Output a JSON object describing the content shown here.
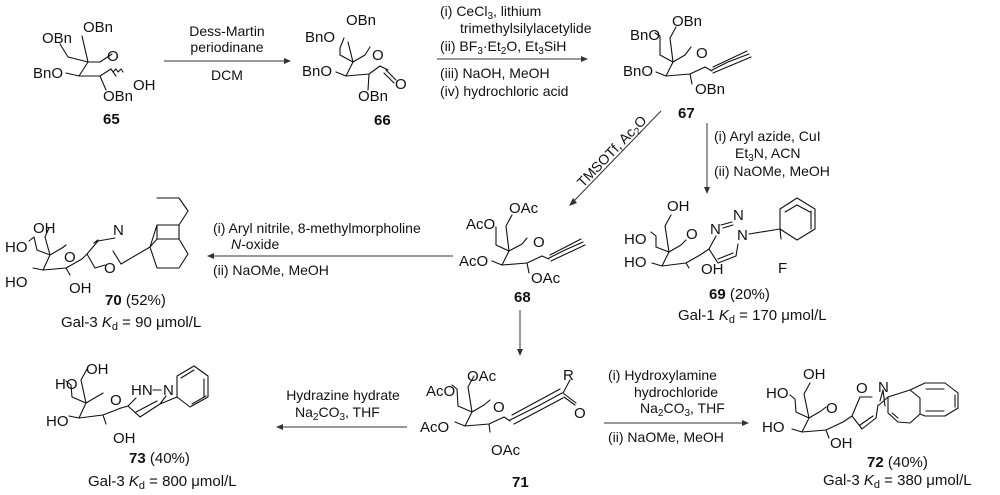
{
  "compounds": {
    "c65": {
      "id": "65",
      "groups": [
        "OBn",
        "OBn",
        "BnO",
        "OBn",
        "OH"
      ]
    },
    "c66": {
      "id": "66",
      "groups": [
        "BnO",
        "OBn",
        "BnO",
        "O",
        "O",
        "OBn"
      ]
    },
    "c67": {
      "id": "67",
      "groups": [
        "BnO",
        "OBn",
        "BnO",
        "O",
        "OBn"
      ]
    },
    "c68": {
      "id": "68",
      "groups": [
        "AcO",
        "OAc",
        "AcO",
        "O",
        "OAc"
      ]
    },
    "c69": {
      "id": "69",
      "yield": "(20%)",
      "target": "Gal-1",
      "kd_label": "K",
      "kd_sub": "d",
      "kd_value": "= 170  μmol/L",
      "groups": [
        "OH",
        "HO",
        "HO",
        "O",
        "OH",
        "N",
        "N",
        "N",
        "F"
      ]
    },
    "c70": {
      "id": "70",
      "yield": "(52%)",
      "target": "Gal-3",
      "kd_label": "K",
      "kd_sub": "d",
      "kd_value": "= 90  μmol/L",
      "groups": [
        "OH",
        "HO",
        "HO",
        "O",
        "OH",
        "N",
        "O"
      ]
    },
    "c71": {
      "id": "71",
      "groups": [
        "AcO",
        "OAc",
        "AcO",
        "O",
        "OAc",
        "R",
        "O"
      ]
    },
    "c72": {
      "id": "72",
      "yield": "(40%)",
      "target": "Gal-3",
      "kd_label": "K",
      "kd_sub": "d",
      "kd_value": "= 380 μmol/L",
      "groups": [
        "OH",
        "HO",
        "HO",
        "O",
        "OH",
        "O",
        "N"
      ]
    },
    "c73": {
      "id": "73",
      "yield": "(40%)",
      "target": "Gal-3",
      "kd_label": "K",
      "kd_sub": "d",
      "kd_value": "= 800 μmol/L",
      "groups": [
        "OH",
        "HO",
        "HO",
        "O",
        "OH",
        "HN",
        "N"
      ]
    }
  },
  "reactions": {
    "r1": {
      "above": [
        "Dess-Martin",
        "periodinane"
      ],
      "below": [
        "DCM"
      ]
    },
    "r2": {
      "above": [
        "(i) CeCl",
        "3",
        ", lithium",
        "trimethylsilylacetylide",
        "(ii) BF",
        "3",
        "·Et",
        "2",
        "O, Et",
        "3",
        "SiH"
      ],
      "below": [
        "(iii) NaOH, MeOH",
        "(iv) hydrochloric acid"
      ]
    },
    "r3": {
      "label": [
        "TMSOTf, Ac",
        "2",
        "O"
      ]
    },
    "r4": {
      "lines": [
        "(i) Aryl azide, CuI",
        "Et",
        "3",
        "N, ACN",
        "(ii) NaOMe, MeOH"
      ]
    },
    "r5": {
      "above": [
        "(i) Aryl nitrile, 8-methylmorpholine",
        "N",
        "-oxide"
      ],
      "below": [
        "(ii) NaOMe, MeOH"
      ]
    },
    "r6": {
      "above": [
        "(i) Hydroxylamine",
        "hydrochloride",
        "Na",
        "2",
        "CO",
        "3",
        ", THF"
      ],
      "below": [
        "(ii) NaOMe, MeOH"
      ]
    },
    "r7": {
      "above": [
        "Hydrazine hydrate",
        "Na",
        "2",
        "CO",
        "3",
        ", THF"
      ]
    }
  }
}
